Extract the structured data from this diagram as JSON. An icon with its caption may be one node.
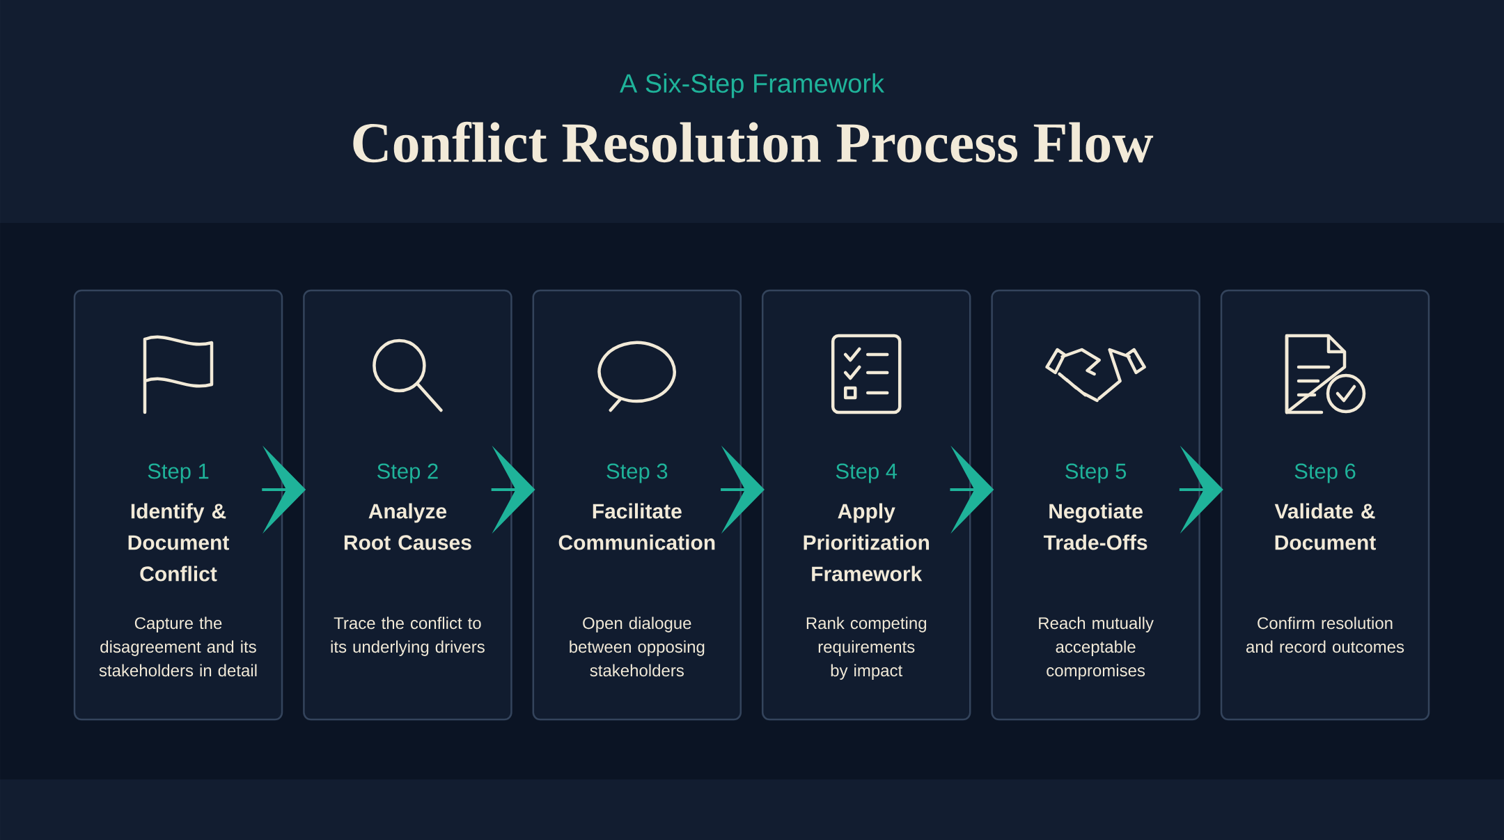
{
  "diagram": {
    "title": "Conflict Resolution Process Flow",
    "nodes": [
      {
        "text": [
          "Step 1",
          "Identify & Document Conflict",
          "Capture the disagreement and its stakeholders in detail"
        ]
      },
      {
        "text": [
          "Step 2",
          "Analyze Root Causes",
          "Trace the conflict to its underlying drivers"
        ]
      },
      {
        "text": [
          "Step 3",
          "Facilitate Communication",
          "Open dialogue between opposing stakeholders"
        ]
      },
      {
        "text": [
          "Step 4",
          "Apply Prioritization Framework",
          "Rank competing requirements by impact"
        ]
      },
      {
        "text": [
          "Step 5",
          "Negotiate Trade-Offs",
          "Reach mutually acceptable compromises"
        ]
      },
      {
        "text": [
          "Step 6",
          "Validate & Document",
          "Confirm resolution and record outcomes"
        ]
      }
    ],
    "edges": [
      {
        "from": 0,
        "to": 1,
        "arrow": "to"
      },
      {
        "from": 1,
        "to": 2,
        "arrow": "to"
      },
      {
        "from": 2,
        "to": 3,
        "arrow": "to"
      },
      {
        "from": 3,
        "to": 4,
        "arrow": "to"
      },
      {
        "from": 4,
        "to": 5,
        "arrow": "to"
      }
    ],
    "labels": [
      "A Six-Step Framework"
    ]
  }
}
